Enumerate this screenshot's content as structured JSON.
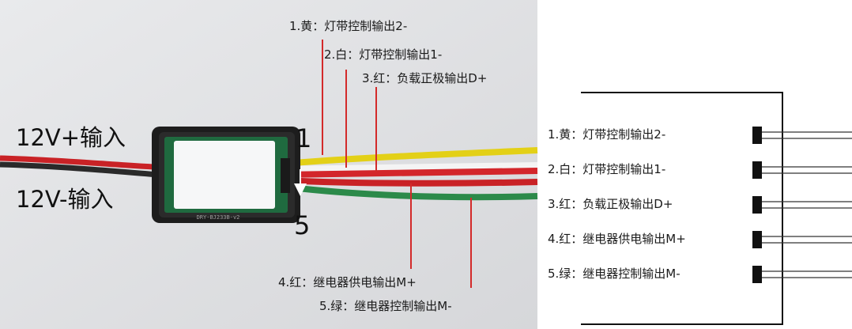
{
  "photo": {
    "input_plus": "12V+输入",
    "input_minus": "12V-输入",
    "num_first": "1",
    "num_last": "5",
    "board_text": "DRY-BJ233B-v2",
    "callouts": [
      {
        "text": "1.黄：灯带控制输出2-",
        "color": "#e6d41e"
      },
      {
        "text": "2.白：灯带控制输出1-",
        "color": "#f2f2f2"
      },
      {
        "text": "3.红：负载正极输出D+",
        "color": "#d8262a"
      },
      {
        "text": "4.红：继电器供电输出M+",
        "color": "#d8262a"
      },
      {
        "text": "5.绿：继电器控制输出M-",
        "color": "#2c8a4a"
      }
    ]
  },
  "schematic": {
    "pins": [
      {
        "label": "1.黄：灯带控制输出2-"
      },
      {
        "label": "2.白：灯带控制输出1-"
      },
      {
        "label": "3.红：负载正极输出D+"
      },
      {
        "label": "4.红：继电器供电输出M+"
      },
      {
        "label": "5.绿：继电器控制输出M-"
      }
    ]
  }
}
